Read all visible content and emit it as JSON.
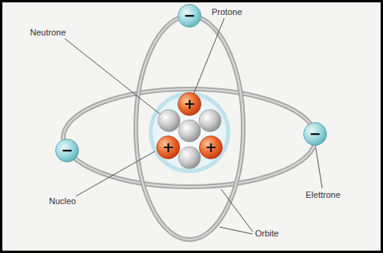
{
  "diagram": {
    "nodes": [
      {
        "text": [
          "−"
        ]
      },
      {
        "text": [
          "+"
        ]
      },
      {
        "text": [
          "−"
        ]
      },
      {
        "text": [
          "+"
        ]
      },
      {
        "text": [
          "+"
        ]
      },
      {
        "text": [
          "−"
        ]
      }
    ],
    "labels": [
      "Protone",
      "Neutrone",
      "Elettrone",
      "Nucleo",
      "Orbite"
    ]
  }
}
